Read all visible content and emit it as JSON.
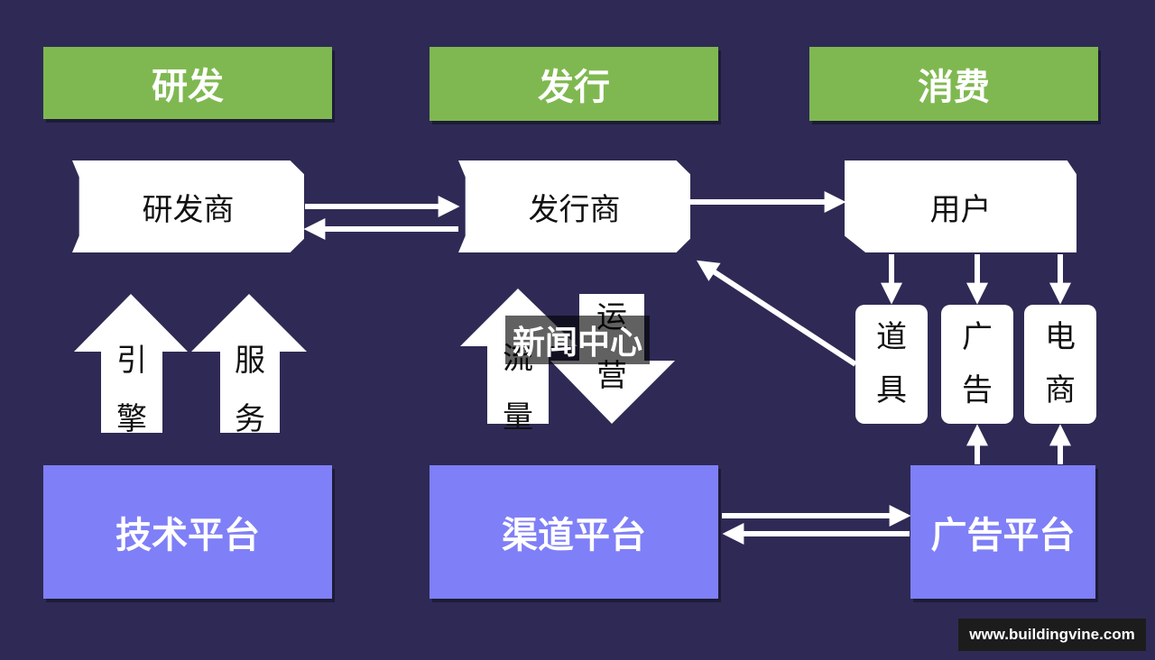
{
  "headers": [
    "研发",
    "发行",
    "消费"
  ],
  "nodes": {
    "developer": "研发商",
    "publisher": "发行商",
    "user": "用户"
  },
  "upArrows": {
    "engine": [
      "引",
      "擎"
    ],
    "service": [
      "服",
      "务"
    ],
    "traffic": [
      "流",
      "量"
    ]
  },
  "downArrow": {
    "operation": [
      "运",
      "营"
    ]
  },
  "monetization": [
    [
      "道",
      "具"
    ],
    [
      "广",
      "告"
    ],
    [
      "电",
      "商"
    ]
  ],
  "platforms": {
    "tech": "技术平台",
    "channel": "渠道平台",
    "ads": "广告平台"
  },
  "watermark": "新闻中心",
  "site": "www.buildingvine.com",
  "colors": {
    "background": "#2e2a55",
    "header": "#7fb850",
    "platform": "#7f7ff7",
    "node": "#ffffff"
  }
}
